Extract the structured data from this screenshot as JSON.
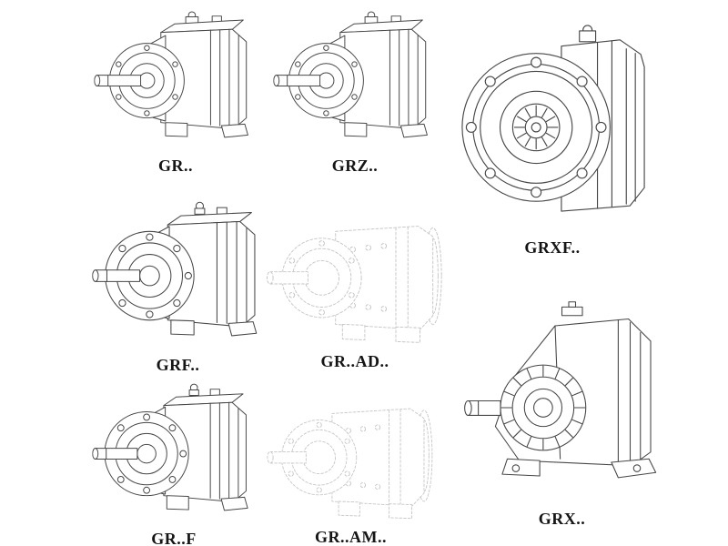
{
  "page": {
    "background": "#ffffff",
    "line_color": "#474747",
    "ghost_line_color": "#c6c6c6",
    "label_color": "#151515",
    "description": "Catalog sheet of GR helical gear reducer series line drawings"
  },
  "cells": [
    {
      "id": "gr",
      "label": "GR..",
      "drawing": "inline-helical-gear-unit",
      "style": "solid"
    },
    {
      "id": "grz",
      "label": "GRZ..",
      "drawing": "inline-helical-gear-unit",
      "style": "solid"
    },
    {
      "id": "grxf",
      "label": "GRXF..",
      "drawing": "flange-mounted-gear-unit-front",
      "style": "solid"
    },
    {
      "id": "grf",
      "label": "GRF..",
      "drawing": "flange-gear-unit",
      "style": "solid"
    },
    {
      "id": "gr-ad",
      "label": "GR..AD..",
      "drawing": "gear-unit-with-input-adapter",
      "style": "ghost"
    },
    {
      "id": "grx",
      "label": "GRX..",
      "drawing": "large-foot-mounted-gear-unit",
      "style": "solid"
    },
    {
      "id": "gr-f",
      "label": "GR..F",
      "drawing": "foot-flange-gear-unit",
      "style": "solid"
    },
    {
      "id": "gr-am",
      "label": "GR..AM..",
      "drawing": "gear-unit-with-motor-adapter",
      "style": "ghost"
    }
  ]
}
